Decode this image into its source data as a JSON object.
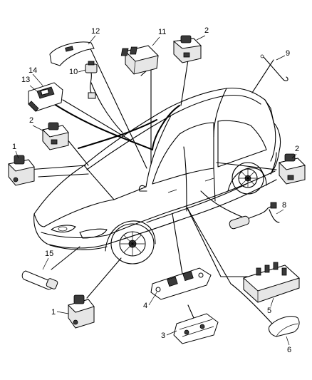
{
  "callouts": [
    {
      "id": "c1a",
      "text": "1"
    },
    {
      "id": "c1b",
      "text": "1"
    },
    {
      "id": "c2a",
      "text": "2"
    },
    {
      "id": "c2b",
      "text": "2"
    },
    {
      "id": "c2c",
      "text": "2"
    },
    {
      "id": "c3",
      "text": "3"
    },
    {
      "id": "c4",
      "text": "4"
    },
    {
      "id": "c5",
      "text": "5"
    },
    {
      "id": "c6",
      "text": "6"
    },
    {
      "id": "c8",
      "text": "8"
    },
    {
      "id": "c9",
      "text": "9"
    },
    {
      "id": "c10",
      "text": "10"
    },
    {
      "id": "c11",
      "text": "11"
    },
    {
      "id": "c12",
      "text": "12"
    },
    {
      "id": "c13",
      "text": "13"
    },
    {
      "id": "c14",
      "text": "14"
    },
    {
      "id": "c15",
      "text": "15"
    }
  ]
}
